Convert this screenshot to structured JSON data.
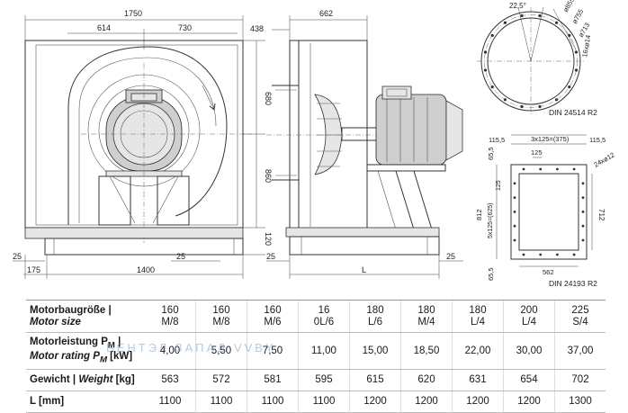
{
  "dimensions": {
    "front_width": "1750",
    "front_left_part": "614",
    "front_right_part": "730",
    "side_top_left": "438",
    "side_width": "662",
    "front_height_upper": "680",
    "front_height_lower": "860",
    "base_height": "120",
    "base_left": "25",
    "base_offset": "175",
    "base_length": "1400",
    "base_right": "25",
    "side_base_left": "25",
    "side_base_right": "25",
    "side_length": "L"
  },
  "flange_round": {
    "angle": "22,5°",
    "d1": "ø855",
    "d2": "ø755",
    "d3": "ø713",
    "holes": "16xø14",
    "standard": "DIN 24514 R2"
  },
  "flange_square": {
    "left_margin": "115,5",
    "pitch_top": "3x125=(375)",
    "right_margin": "115,5",
    "top_offset": "65,5",
    "hole_pitch": "125",
    "hole_spec": "24xø12",
    "small_pitch": "125",
    "vertical_pitch": "5x125=(625)",
    "height_outer": "812",
    "height_inner": "712",
    "width_inner": "562",
    "bottom_offset": "65,5",
    "standard": "DIN 24193 R2"
  },
  "table": {
    "rows": [
      {
        "label_de": "Motorbaugröße |",
        "label_en": "Motor size",
        "values": [
          "160\nM/8",
          "160\nM/8",
          "160\nM/6",
          "16\n0L/6",
          "180\nL/6",
          "180\nM/4",
          "180\nL/4",
          "200\nL/4",
          "225\nS/4"
        ]
      },
      {
        "label_de": "Motorleistung P",
        "label_de_sub": "M",
        "label_de_tail": " |",
        "label_en": "Motor rating P",
        "label_en_sub": "M",
        "label_en_tail": " [kW]",
        "values": [
          "4,00",
          "5,50",
          "7,50",
          "11,00",
          "15,00",
          "18,50",
          "22,00",
          "30,00",
          "37,00"
        ]
      },
      {
        "label_de": "Gewicht | ",
        "label_en": "Weight",
        "label_unit": " [kg]",
        "values": [
          "563",
          "572",
          "581",
          "595",
          "615",
          "620",
          "631",
          "654",
          "702"
        ]
      },
      {
        "label_de": "L [mm]",
        "values": [
          "1100",
          "1100",
          "1100",
          "1100",
          "1200",
          "1200",
          "1200",
          "1200",
          "1300"
        ]
      }
    ]
  },
  "watermark": "ВЕНТЭЛ ЗАПАД   VVBY"
}
